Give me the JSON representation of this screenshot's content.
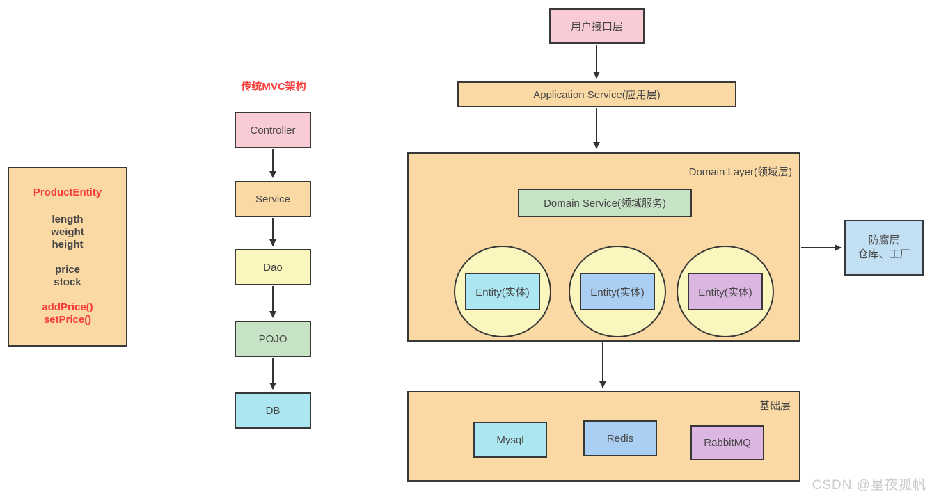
{
  "watermark": "CSDN @星夜孤帆",
  "palette": {
    "orange": "#FAD9A5",
    "pink": "#F9CCD5",
    "yellow": "#FAF6BE",
    "green": "#C7E3C6",
    "cyan": "#ACE6F0",
    "blue": "#ABCFF3",
    "purple": "#DAB6E0",
    "light_blue": "#C3DFF3",
    "border": "#383838",
    "text": "#464646",
    "accent_red": "#F83B3B",
    "watermark_gray": "#CBCBCB"
  },
  "product_entity": {
    "title": "ProductEntity",
    "fields1": [
      "length",
      "weight",
      "height"
    ],
    "fields2": [
      "price",
      "stock"
    ],
    "methods": [
      "addPrice()",
      "setPrice()"
    ]
  },
  "mvc": {
    "title": "传统MVC架构",
    "nodes": [
      {
        "label": "Controller"
      },
      {
        "label": "Service"
      },
      {
        "label": "Dao"
      },
      {
        "label": "POJO"
      },
      {
        "label": "DB"
      }
    ]
  },
  "ddd": {
    "ui_layer": "用户接口层",
    "application_service": "Application Service(应用层)",
    "domain_layer_label": "Domain Layer(领域层)",
    "domain_service": "Domain Service(领域服务)",
    "entities": [
      {
        "label": "Entity(实体)"
      },
      {
        "label": "Entity(实体)"
      },
      {
        "label": "Entity(实体)"
      }
    ],
    "anti_corruption_layer": {
      "line1": "防腐层",
      "line2": "仓库、工厂"
    },
    "infrastructure_label": "基础层",
    "infrastructure_nodes": [
      {
        "label": "Mysql"
      },
      {
        "label": "Redis"
      },
      {
        "label": "RabbitMQ"
      }
    ]
  }
}
